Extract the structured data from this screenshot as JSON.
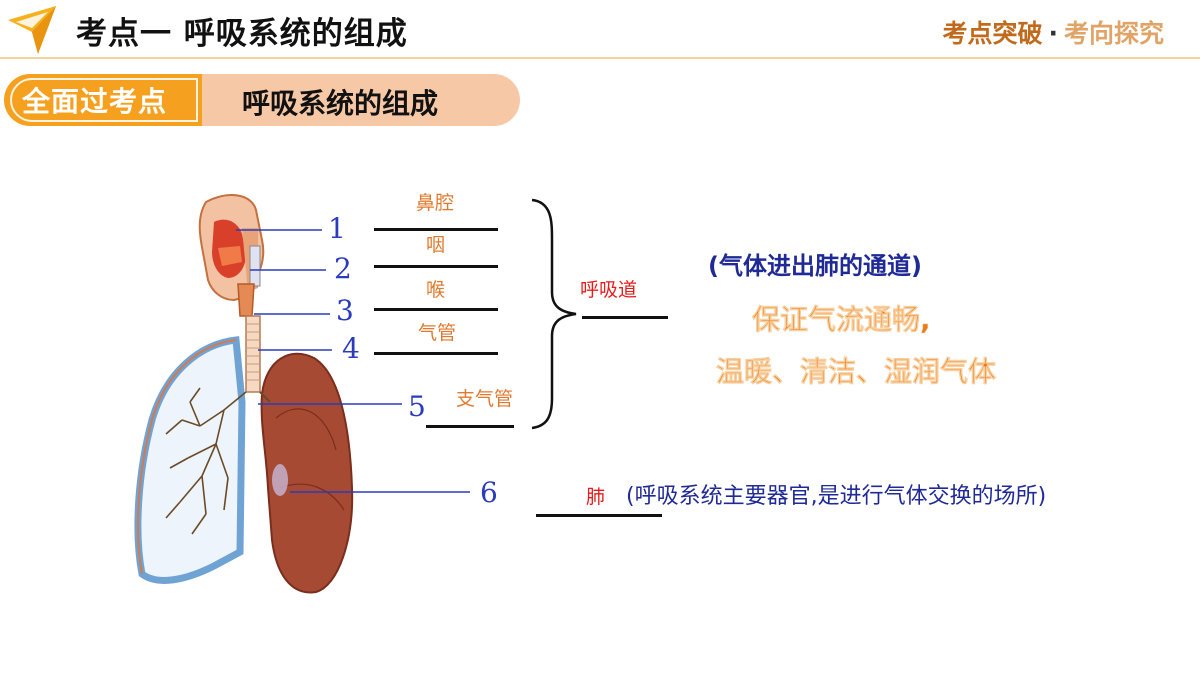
{
  "header": {
    "title": "考点一 呼吸系统的组成",
    "section_primary": "考点突破",
    "section_separator": "·",
    "section_secondary": "考向探究"
  },
  "badge": {
    "left": "全面过考点",
    "right": "呼吸系统的组成"
  },
  "diagram": {
    "numbers": [
      "1",
      "2",
      "3",
      "4",
      "5",
      "6"
    ],
    "parts": [
      "鼻腔",
      "咽",
      "喉",
      "气管",
      "支气管"
    ],
    "tract_label": "呼吸道",
    "lung_label": "肺",
    "tract_note": "(气体进出肺的通道)",
    "tract_function_1": "保证气流通畅,",
    "tract_function_2": "温暖、清洁、湿润气体",
    "lung_note": "(呼吸系统主要器官,是进行气体交换的场所)"
  },
  "colors": {
    "accent": "#f5a01e",
    "number_blue": "#2b3bbd",
    "label_orange": "#e07a2e",
    "answer_red": "#e81b1b"
  }
}
